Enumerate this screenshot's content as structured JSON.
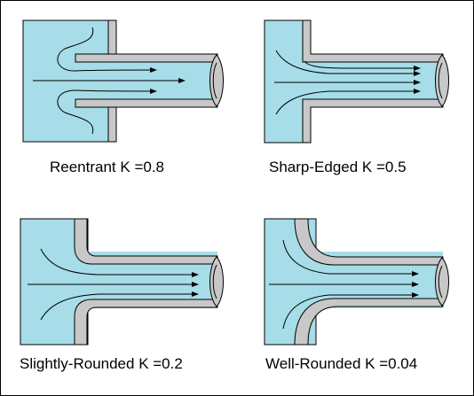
{
  "colors": {
    "fluid": "#a6dde8",
    "pipe_wall": "#c8c8c8",
    "outline": "#000000",
    "background": "#ffffff"
  },
  "panels": [
    {
      "id": "reentrant",
      "caption": "Reentrant K =0.8",
      "entrance": "reentrant",
      "loss_coefficient": 0.8
    },
    {
      "id": "sharp-edged",
      "caption": "Sharp-Edged K =0.5",
      "entrance": "sharp-edged",
      "loss_coefficient": 0.5
    },
    {
      "id": "slightly-rounded",
      "caption": "Slightly-Rounded K =0.2",
      "entrance": "slightly-rounded",
      "loss_coefficient": 0.2
    },
    {
      "id": "well-rounded",
      "caption": "Well-Rounded K =0.04",
      "entrance": "well-rounded",
      "loss_coefficient": 0.04
    }
  ]
}
